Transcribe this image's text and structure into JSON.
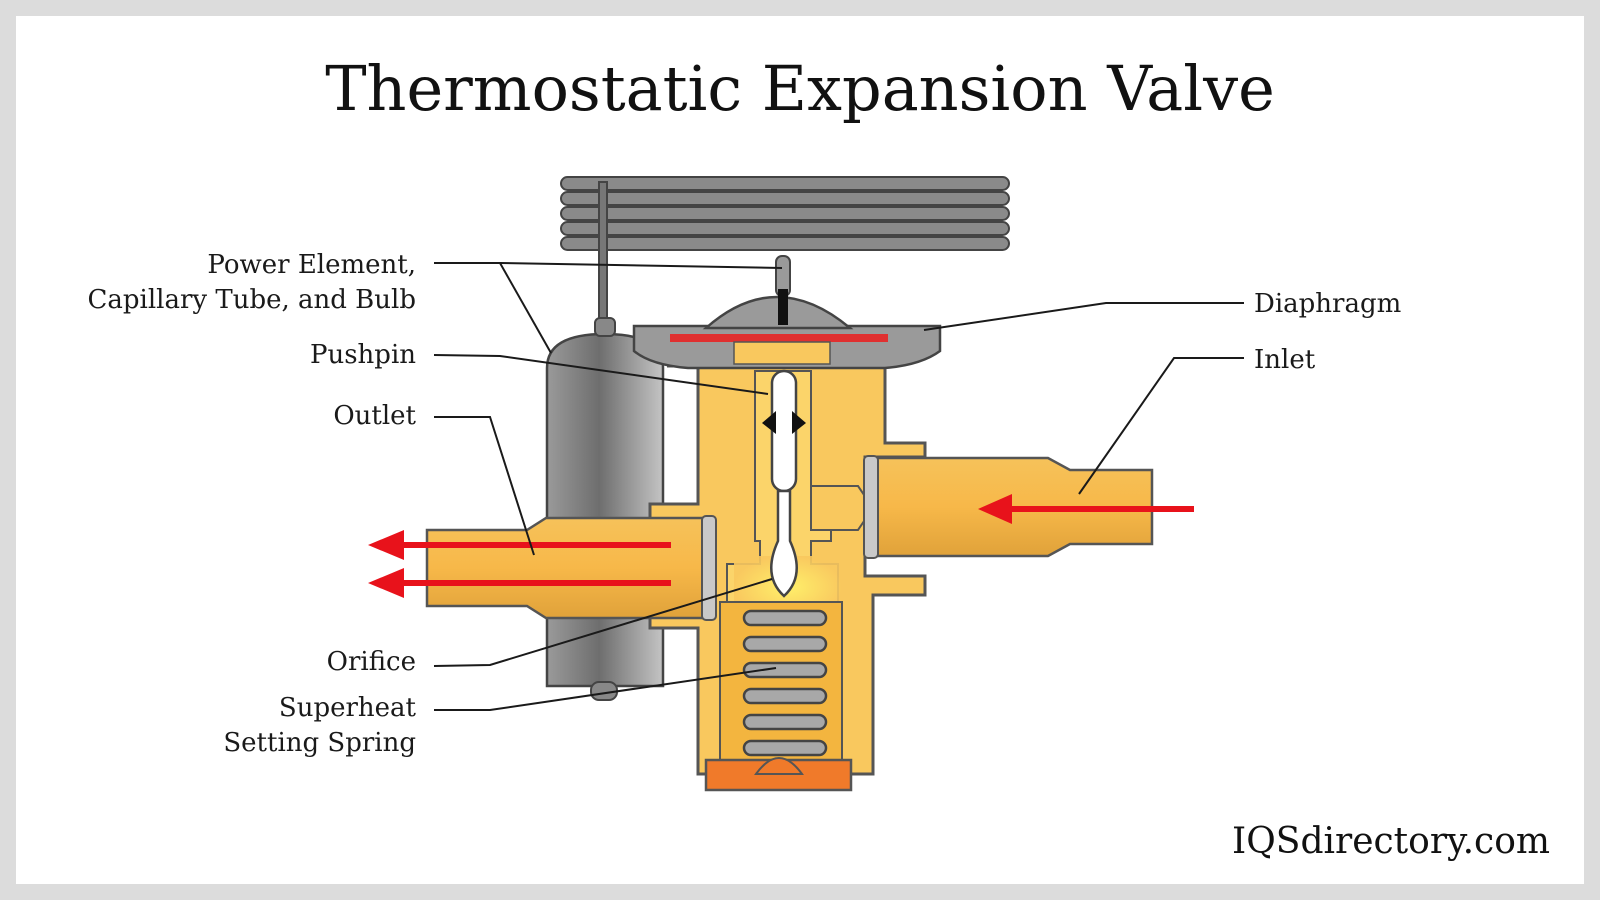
{
  "title": "Thermostatic Expansion Valve",
  "labels": {
    "power_element_line1": "Power Element,",
    "power_element_line2": "Capillary Tube, and Bulb",
    "pushpin": "Pushpin",
    "outlet": "Outlet",
    "orifice": "Orifice",
    "spring_line1": "Superheat",
    "spring_line2": "Setting Spring",
    "diaphragm": "Diaphragm",
    "inlet": "Inlet"
  },
  "brand": "IQSdirectory.com",
  "colors": {
    "brass": "#f9c85e",
    "brass_light": "#ffe07a",
    "steel": "#7d7d7d",
    "diaphragm": "#e03030",
    "arrow": "#e8121b",
    "cap": "#f07a2a"
  },
  "icons": {
    "flow_arrow": "red-arrow-icon"
  }
}
